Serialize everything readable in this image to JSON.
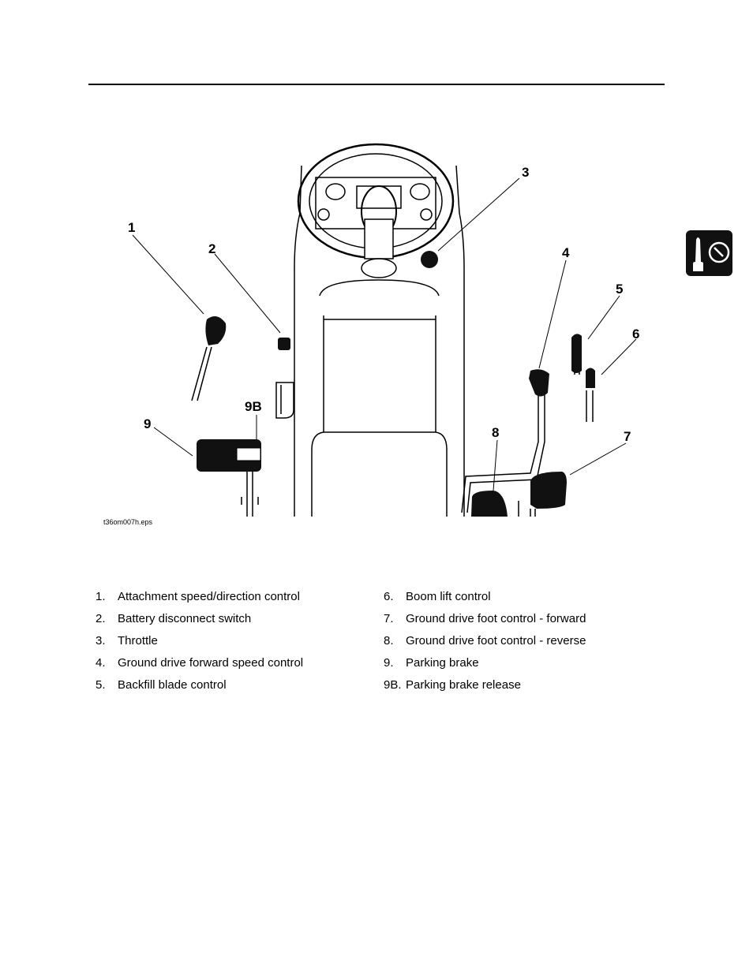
{
  "figure": {
    "callouts": [
      "1",
      "2",
      "3",
      "4",
      "5",
      "6",
      "7",
      "8",
      "9",
      "9B"
    ],
    "filename": "t36om007h.eps"
  },
  "legend": {
    "left": [
      {
        "num": "1.",
        "label": "Attachment speed/direction control"
      },
      {
        "num": "2.",
        "label": "Battery disconnect switch"
      },
      {
        "num": "3.",
        "label": "Throttle"
      },
      {
        "num": "4.",
        "label": "Ground drive forward speed control"
      },
      {
        "num": "5.",
        "label": "Backfill blade control"
      }
    ],
    "right": [
      {
        "num": "6.",
        "label": "Boom lift control"
      },
      {
        "num": "7.",
        "label": "Ground drive foot control - forward"
      },
      {
        "num": "8.",
        "label": "Ground drive foot control - reverse"
      },
      {
        "num": "9.",
        "label": "Parking brake"
      },
      {
        "num": "9B.",
        "label": "Parking brake release"
      }
    ]
  },
  "section_tab": {
    "icon": "operation-controls-icon"
  }
}
